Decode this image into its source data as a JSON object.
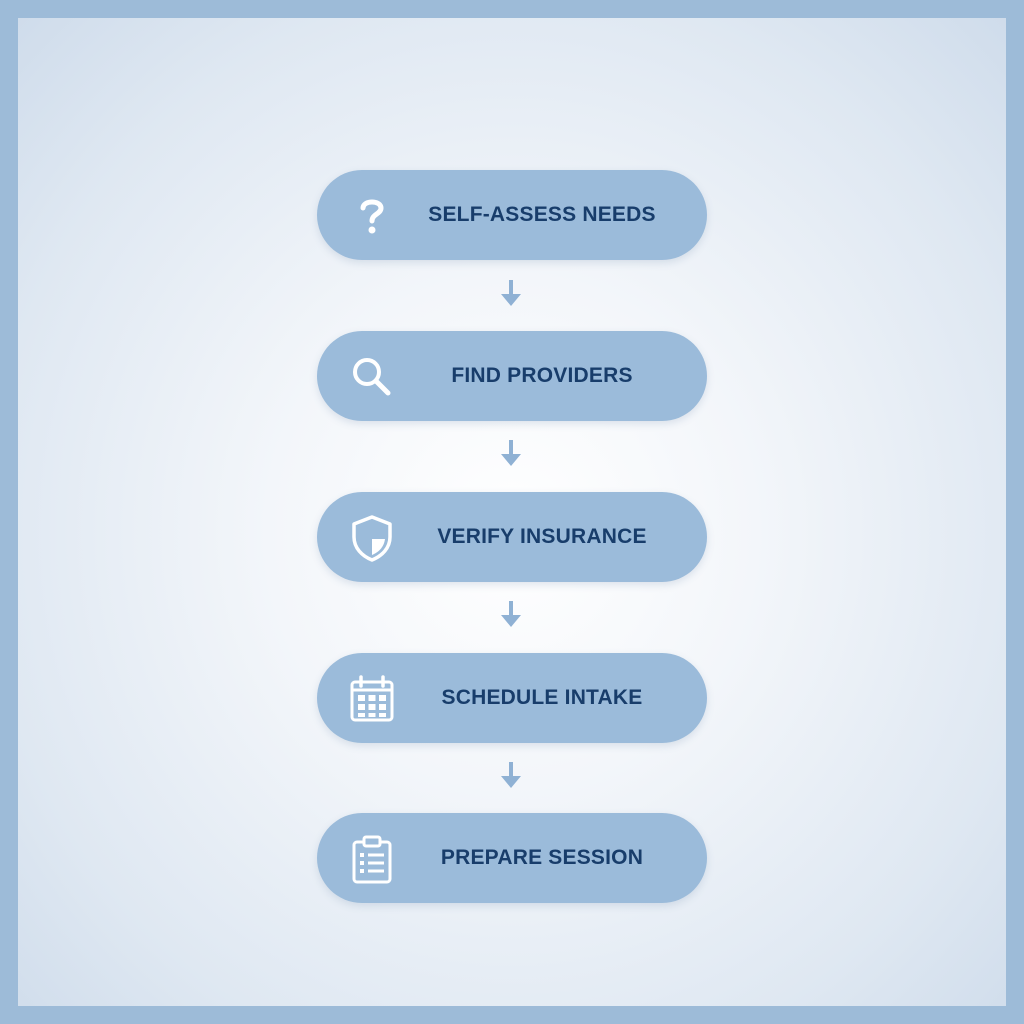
{
  "flow": {
    "steps": [
      {
        "label": "SELF-ASSESS NEEDS",
        "icon": "question-mark-icon"
      },
      {
        "label": "FIND PROVIDERS",
        "icon": "magnifier-icon"
      },
      {
        "label": "VERIFY INSURANCE",
        "icon": "shield-icon"
      },
      {
        "label": "SCHEDULE INTAKE",
        "icon": "calendar-icon"
      },
      {
        "label": "PREPARE SESSION",
        "icon": "clipboard-icon"
      }
    ],
    "colors": {
      "pill": "#9bbbda",
      "text": "#183d6b",
      "icon": "#ffffff",
      "arrow": "#8fb1d4",
      "border": "#9dbbd8"
    }
  }
}
